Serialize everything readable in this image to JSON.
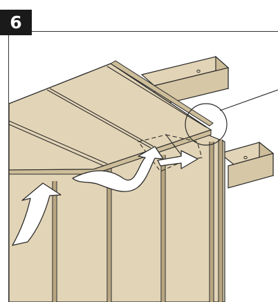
{
  "step": {
    "number": "6"
  },
  "colors": {
    "wood": "#e2d4b6",
    "wood_shadow": "#cdbd99",
    "wood_dark": "#b9a57f",
    "outline": "#2a2a2a",
    "arrow_fill": "#ffffff",
    "badge_bg": "#1a1a1a"
  },
  "illustration": {
    "subject": "roof-panel-assembly",
    "parts": [
      "roof-panel",
      "rafter-beam-upper",
      "rafter-beam-lower",
      "wall-panel",
      "detail-circle",
      "leader-line",
      "rotation-arrows"
    ]
  }
}
